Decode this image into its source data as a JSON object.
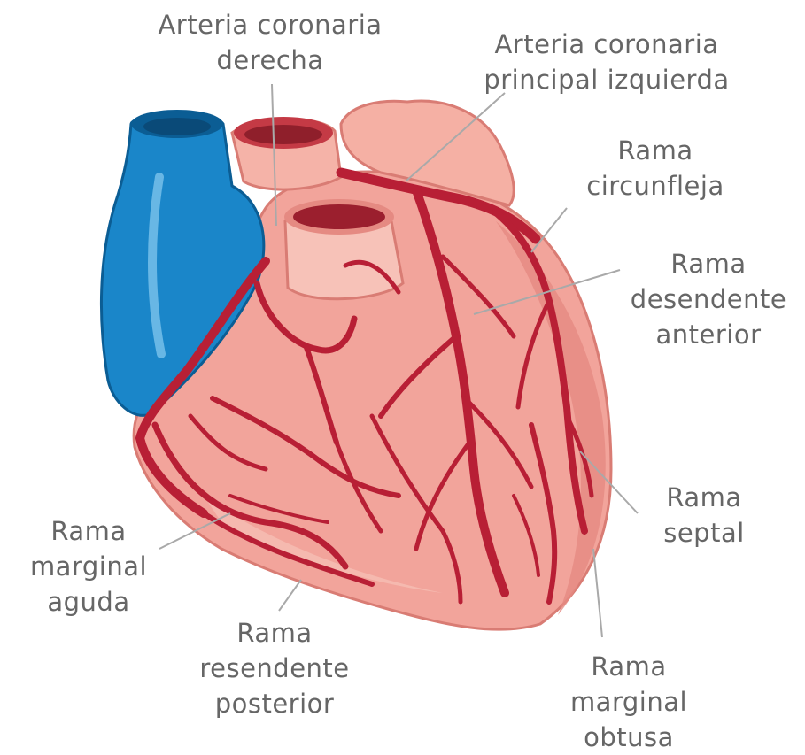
{
  "labels": {
    "right_coronary": [
      "Arteria coronaria",
      "derecha"
    ],
    "left_main": [
      "Arteria coronaria",
      "principal izquierda"
    ],
    "circumflex": [
      "Rama",
      "circunfleja"
    ],
    "lad": [
      "Rama",
      "desendente",
      "anterior"
    ],
    "septal": [
      "Rama",
      "septal"
    ],
    "acute_marginal": [
      "Rama",
      "marginal",
      "aguda"
    ],
    "posterior_descending": [
      "Rama",
      "resendente",
      "posterior"
    ],
    "obtuse_marginal": [
      "Rama",
      "marginal",
      "obtusa"
    ]
  },
  "colors": {
    "vein": "#1a86c9",
    "vein_dark": "#0b5d94",
    "heart": "#f2a49b",
    "heart_light": "#f7c2b8",
    "heart_shadow": "#e58a82",
    "artery": "#b81f35",
    "leader": "#a9a9a9",
    "text": "#666666"
  }
}
